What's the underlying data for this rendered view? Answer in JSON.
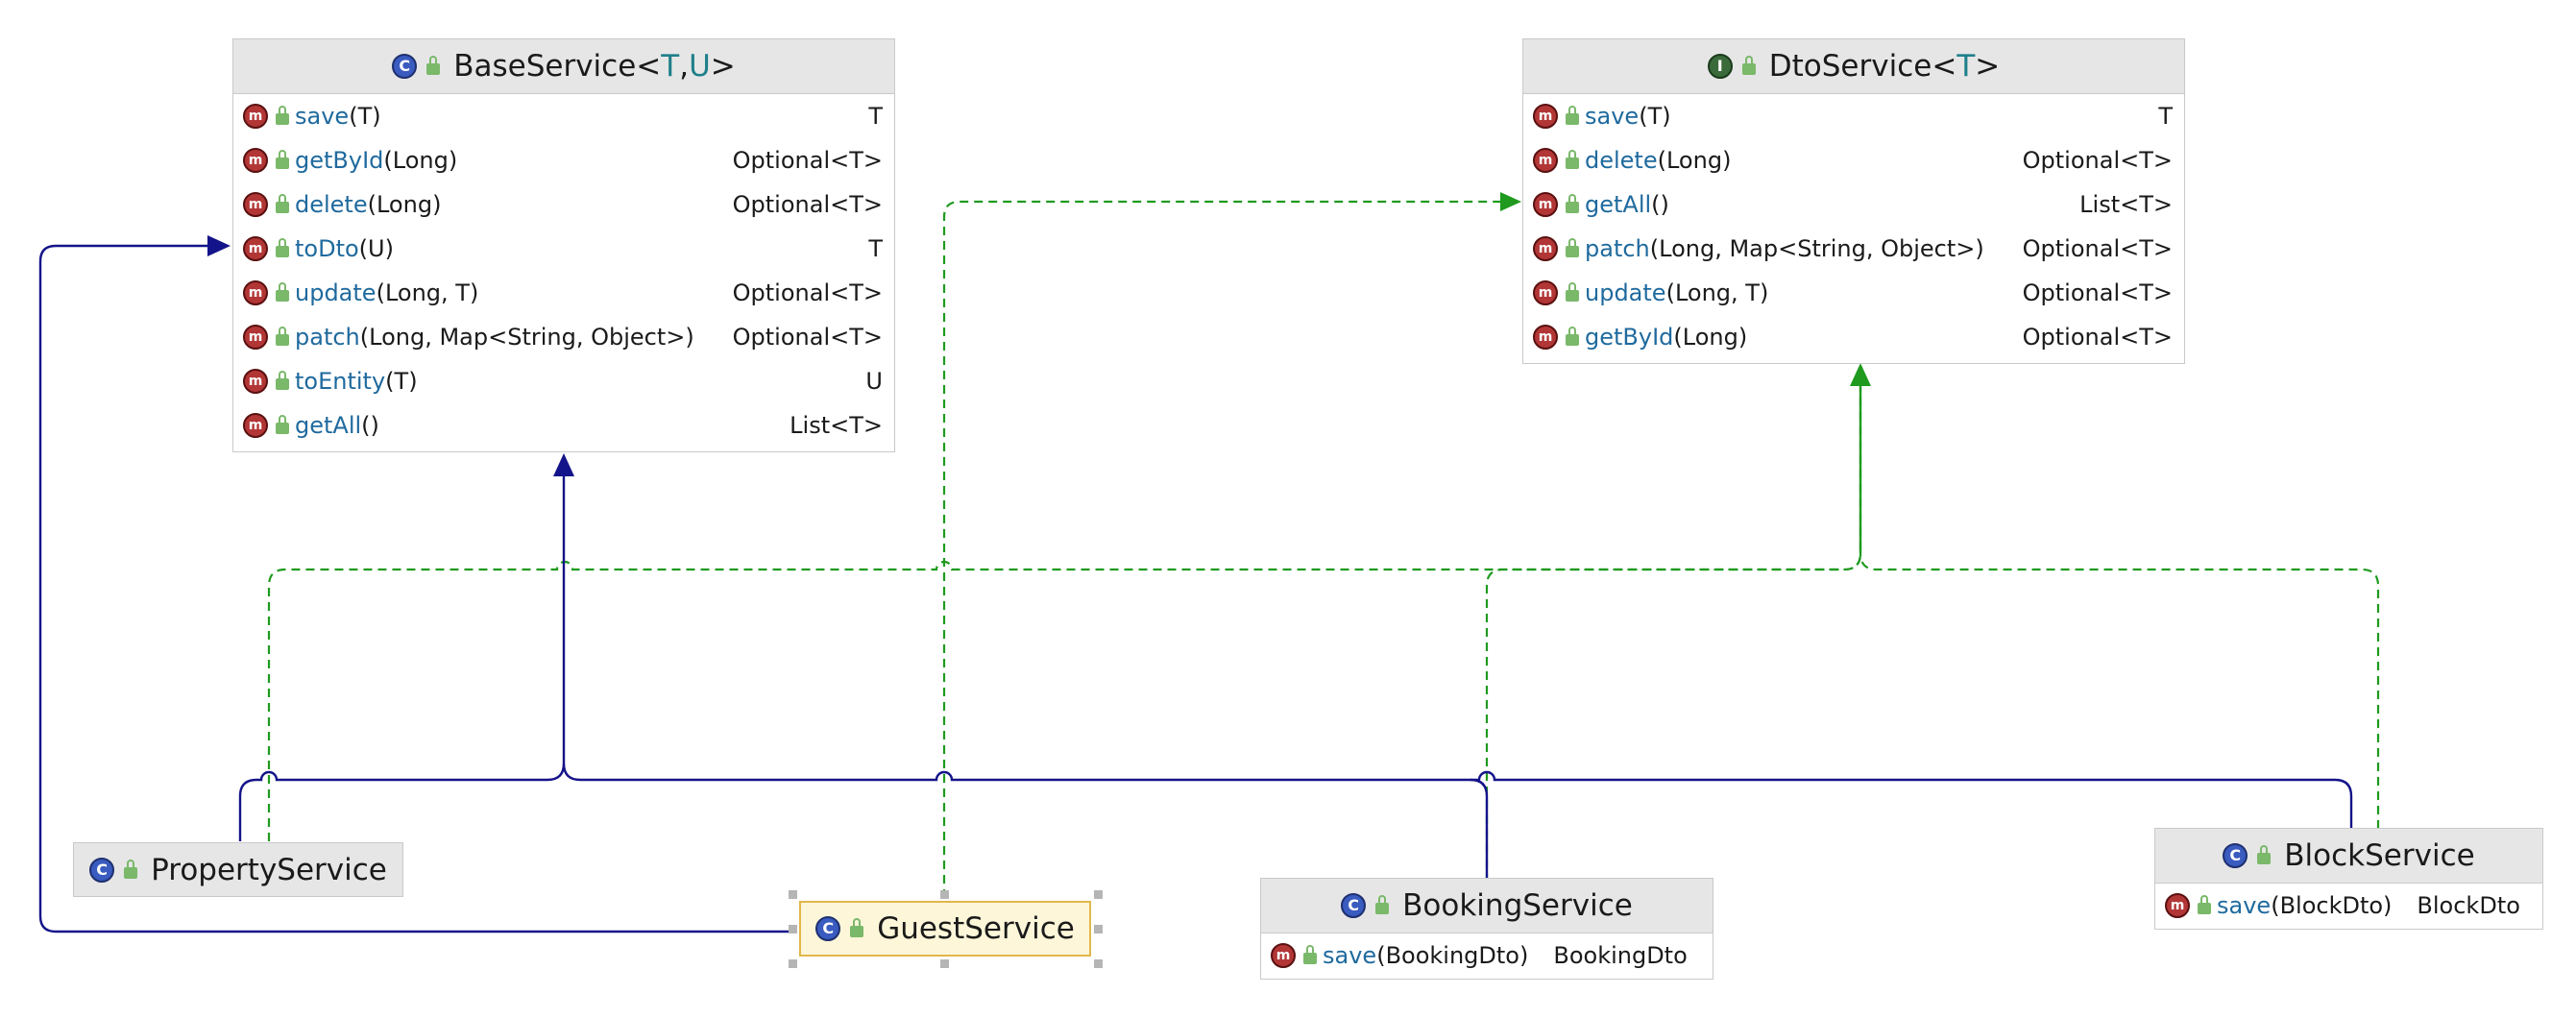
{
  "classes": {
    "base_service": {
      "name": "BaseService",
      "generic_open": "<",
      "type_params": [
        "T",
        "U"
      ],
      "generic_sep": ", ",
      "generic_close": ">",
      "methods": [
        {
          "name": "save",
          "open": "(",
          "params": "T",
          "close": ")",
          "returns": "T"
        },
        {
          "name": "getById",
          "open": "(",
          "params": "Long",
          "close": ")",
          "returns": "Optional<T>"
        },
        {
          "name": "delete",
          "open": " (",
          "params": "Long",
          "close": ")",
          "returns": "Optional<T>"
        },
        {
          "name": "toDto",
          "open": "(",
          "params": "U",
          "close": ")",
          "returns": "T"
        },
        {
          "name": "update",
          "open": "(",
          "params": "Long, T",
          "close": ")",
          "returns": "Optional<T>"
        },
        {
          "name": "patch",
          "open": "(",
          "params": "Long, Map<String, Object>",
          "close": ")",
          "returns": "Optional<T>"
        },
        {
          "name": "toEntity",
          "open": " (",
          "params": "T",
          "close": ")",
          "returns": "U"
        },
        {
          "name": "getAll",
          "open": "(",
          "params": "",
          "close": ")",
          "returns": "List<T>"
        }
      ]
    },
    "dto_service": {
      "name": "DtoService",
      "generic_open": "<",
      "type_params": [
        "T"
      ],
      "generic_close": ">",
      "methods": [
        {
          "name": "save",
          "open": "(",
          "params": "T",
          "close": ")",
          "returns": "T"
        },
        {
          "name": "delete",
          "open": " (",
          "params": "Long",
          "close": ")",
          "returns": "Optional<T>"
        },
        {
          "name": "getAll",
          "open": "(",
          "params": "",
          "close": ")",
          "returns": "List<T>"
        },
        {
          "name": "patch",
          "open": "(",
          "params": "Long, Map<String, Object>",
          "close": ")",
          "returns": "Optional<T>"
        },
        {
          "name": "update",
          "open": "(",
          "params": "Long, T",
          "close": ")",
          "returns": "Optional<T>"
        },
        {
          "name": "getById",
          "open": "(",
          "params": "Long",
          "close": ")",
          "returns": "Optional<T>"
        }
      ]
    },
    "property_service": {
      "name": "PropertyService"
    },
    "guest_service": {
      "name": "GuestService"
    },
    "booking_service": {
      "name": "BookingService",
      "methods": [
        {
          "name": "save",
          "open": "(",
          "params": "BookingDto",
          "close": ")",
          "returns": "BookingDto"
        }
      ]
    },
    "block_service": {
      "name": "BlockService",
      "methods": [
        {
          "name": "save",
          "open": "(",
          "params": "BlockDto",
          "close": ")",
          "returns": "BlockDto"
        }
      ]
    }
  },
  "icons": {
    "class_icon": "c-class-icon",
    "interface_icon": "i-interface-icon",
    "method_icon": "m-method-icon",
    "visibility_icon": "public-lock-icon"
  },
  "icon_letters": {
    "class": "C",
    "interface": "I",
    "method": "m"
  },
  "colors": {
    "extends_arrow": "#00007f",
    "implements_arrow": "#007f00",
    "selection": "#e2b74a",
    "header_bg": "#e6e6e6",
    "method_name": "#1f6a9e",
    "type_param": "#1e7f8a"
  }
}
